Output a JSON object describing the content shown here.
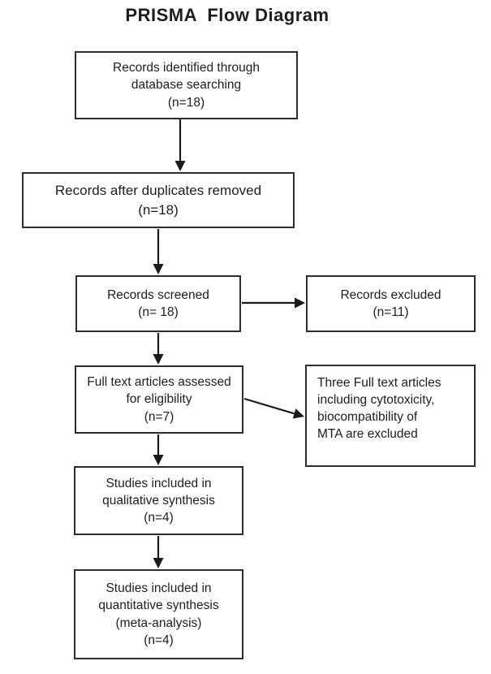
{
  "title": "PRISMA  Flow Diagram",
  "colors": {
    "background": "#ffffff",
    "box_border": "#2d2d2d",
    "text": "#1e1e1e",
    "arrow": "#1a1a1a"
  },
  "boxes": {
    "records_identified": {
      "text": "Records identified through\ndatabase searching\n(n=18)"
    },
    "duplicates_removed": {
      "text": "Records after duplicates removed\n(n=18)"
    },
    "records_screened": {
      "text": "Records screened\n(n= 18)"
    },
    "records_excluded": {
      "text": "Records excluded\n(n=11)"
    },
    "fulltext_assessed": {
      "text": "Full text articles assessed\nfor eligibility\n(n=7)"
    },
    "fulltext_excluded": {
      "text": "Three Full text articles\nincluding cytotoxicity,\nbiocompatibility of\nMTA are excluded"
    },
    "qualitative_included": {
      "text": "Studies included in\nqualitative synthesis\n(n=4)"
    },
    "quantitative_included": {
      "text": "Studies included in\nquantitative synthesis\n(meta-analysis)\n(n=4)"
    }
  }
}
